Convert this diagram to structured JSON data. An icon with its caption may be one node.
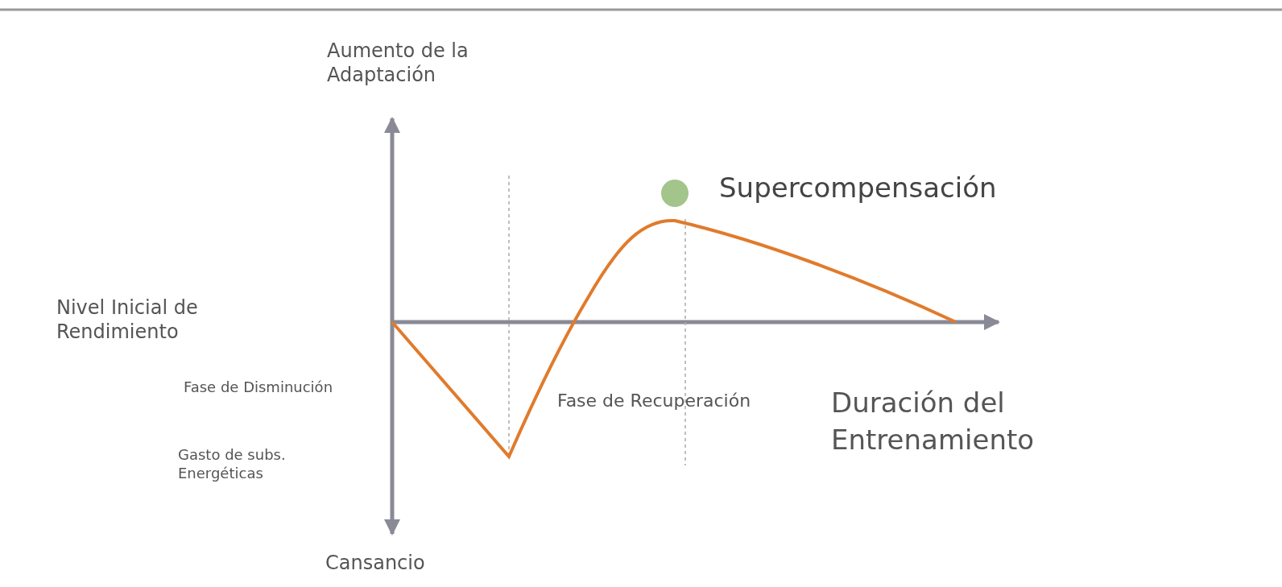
{
  "diagram": {
    "nodes": [
      {
        "text": [],
        "shape": "circle",
        "beside": [
          "Supercompensación"
        ]
      }
    ],
    "labels": [
      "Aumento de la Adaptación",
      "Nivel Inicial de Rendimiento",
      "Fase de Disminución",
      "Gasto de subs. Energéticas",
      "Cansancio",
      "Fase de Recuperación",
      "Duración del Entrenamiento"
    ]
  }
}
